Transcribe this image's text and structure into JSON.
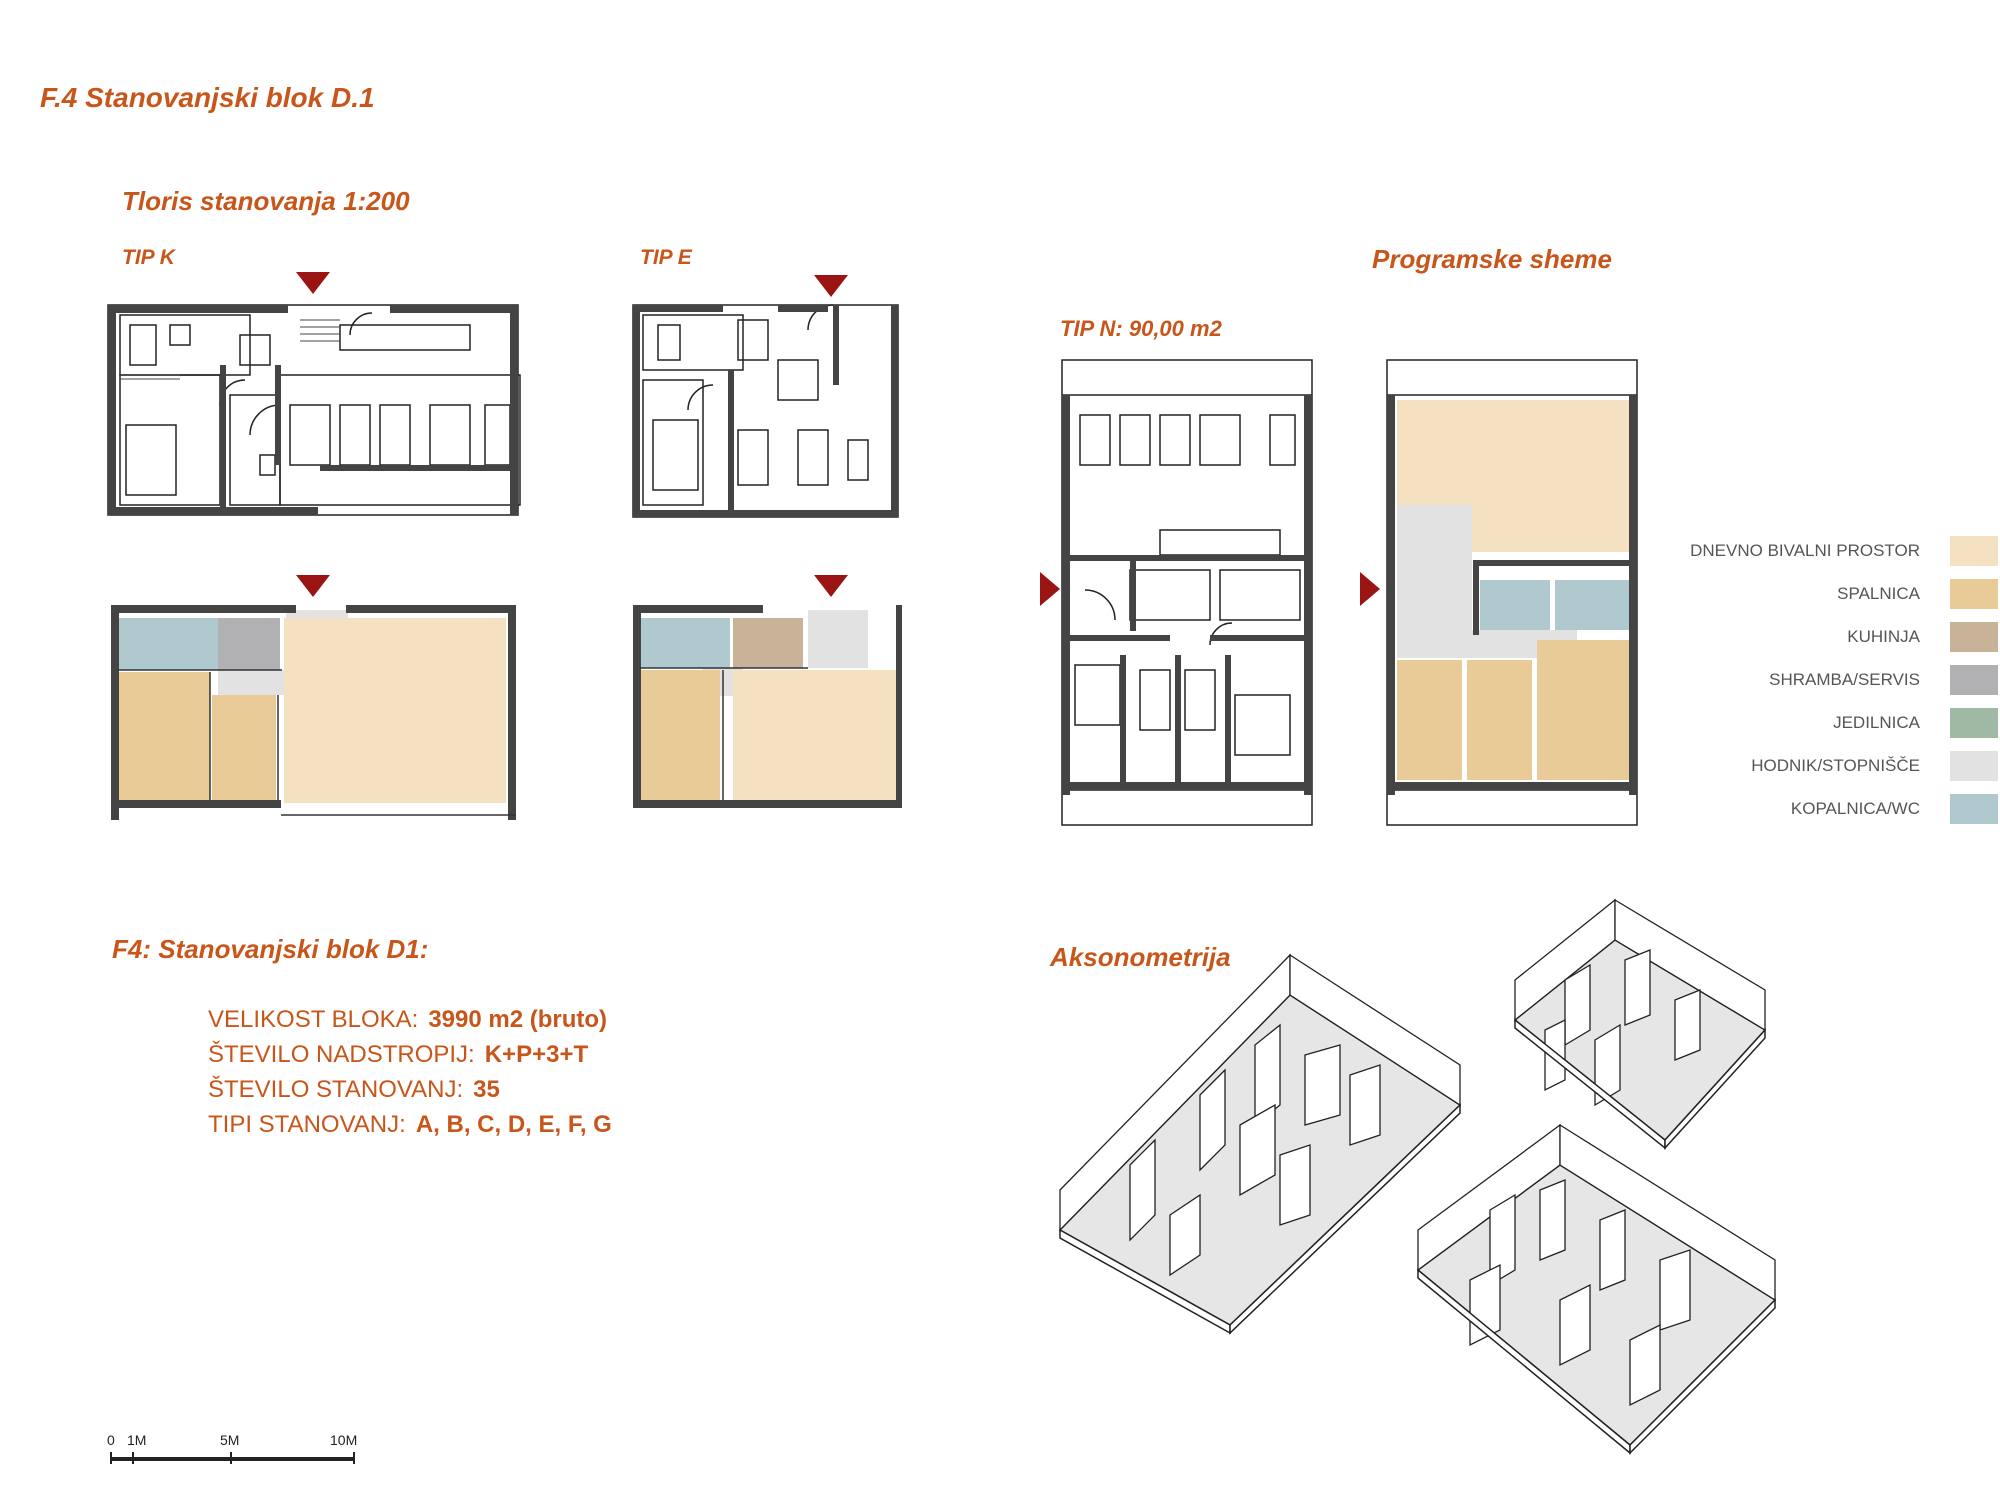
{
  "page_title": "F.4 Stanovanjski blok D.1",
  "floorplan_title": "Tloris stanovanja 1:200",
  "tip_k": "TIP K",
  "tip_e": "TIP E",
  "tip_n": "TIP N: 90,00 m2",
  "scheme_title": "Programske sheme",
  "axo_title": "Aksonometrija",
  "block_title": "F4: Stanovanjski blok D1:",
  "info": [
    {
      "label": "VELIKOST BLOKA:",
      "value": "3990 m2 (bruto)"
    },
    {
      "label": "ŠTEVILO NADSTROPIJ:",
      "value": "K+P+3+T"
    },
    {
      "label": "ŠTEVILO STANOVANJ:",
      "value": "35"
    },
    {
      "label": "TIPI STANOVANJ:",
      "value": "A, B, C, D, E, F, G"
    }
  ],
  "legend": [
    {
      "label": "DNEVNO BIVALNI PROSTOR",
      "color": "#f3e1c2"
    },
    {
      "label": "SPALNICA",
      "color": "#e9cb98"
    },
    {
      "label": "KUHINJA",
      "color": "#c8b399"
    },
    {
      "label": "SHRAMBA/SERVIS",
      "color": "#b1b1b3"
    },
    {
      "label": "JEDILNICA",
      "color": "#9fb9a5"
    },
    {
      "label": "HODNIK/STOPNIŠČE",
      "color": "#e2e2e2"
    },
    {
      "label": "KOPALNICA/WC",
      "color": "#afc9cf"
    }
  ],
  "scale": [
    "0",
    "1M",
    "5M",
    "10M"
  ],
  "entrance_color": "#9b1414"
}
